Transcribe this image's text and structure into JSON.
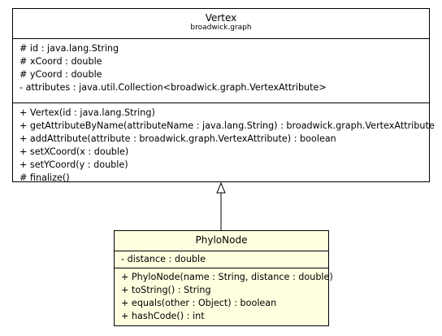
{
  "colors": {
    "vertex_fill": "#ffffff",
    "phylonode_fill": "#ffffe0",
    "line": "#000000"
  },
  "vertex": {
    "name": "Vertex",
    "package": "broadwick.graph",
    "attributes": [
      "# id : java.lang.String",
      "# xCoord : double",
      "# yCoord : double",
      "- attributes : java.util.Collection<broadwick.graph.VertexAttribute>"
    ],
    "operations": [
      "+ Vertex(id : java.lang.String)",
      "+ getAttributeByName(attributeName : java.lang.String) : broadwick.graph.VertexAttribute",
      "+ addAttribute(attribute : broadwick.graph.VertexAttribute) : boolean",
      "+ setXCoord(x : double)",
      "+ setYCoord(y : double)",
      "# finalize()"
    ]
  },
  "phylonode": {
    "name": "PhyloNode",
    "attributes": [
      "- distance : double"
    ],
    "operations": [
      "+ PhyloNode(name : String, distance : double)",
      "+ toString() : String",
      "+ equals(other : Object) : boolean",
      "+ hashCode() : int"
    ]
  },
  "relationship": {
    "type": "generalization",
    "from": "PhyloNode",
    "to": "Vertex"
  }
}
